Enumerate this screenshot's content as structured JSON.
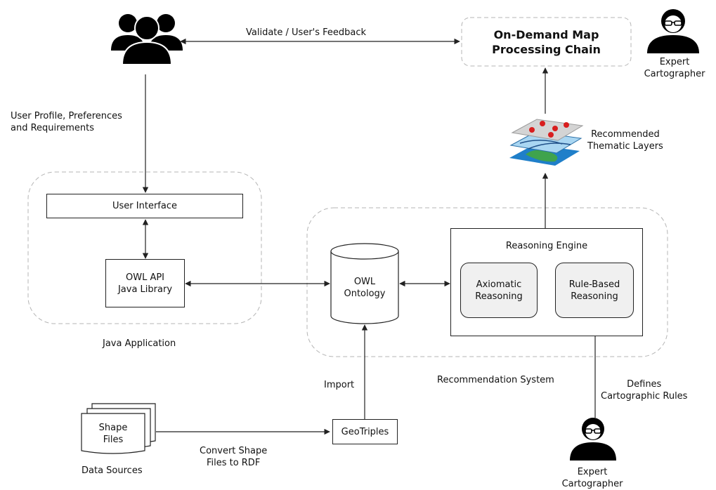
{
  "edges": {
    "validate_feedback": "Validate / User's Feedback",
    "user_profile": "User Profile, Preferences\nand Requirements",
    "import": "Import",
    "convert": "Convert Shape\nFiles to RDF",
    "defines_rules": "Defines\nCartographic Rules"
  },
  "nodes": {
    "processing_chain": "On-Demand Map\nProcessing Chain",
    "expert_top": "Expert\nCartographer",
    "expert_bottom": "Expert\nCartographer",
    "thematic_layers": "Recommended\nThematic Layers",
    "user_interface": "User Interface",
    "owl_api": "OWL API\nJava Library",
    "owl_ontology": "OWL\nOntology",
    "reasoning_engine": "Reasoning Engine",
    "axiomatic": "Axiomatic\nReasoning",
    "rule_based": "Rule-Based\nReasoning",
    "geotriples": "GeoTriples",
    "shape_files": "Shape\nFiles",
    "data_sources": "Data Sources"
  },
  "groups": {
    "java_application": "Java Application",
    "recommendation_system": "Recommendation System"
  },
  "icons": {
    "users": "users-group-icon",
    "expert": "expert-person-icon",
    "layers": "map-layers-icon",
    "documents": "document-stack-icon",
    "database": "cylinder-database-icon"
  }
}
